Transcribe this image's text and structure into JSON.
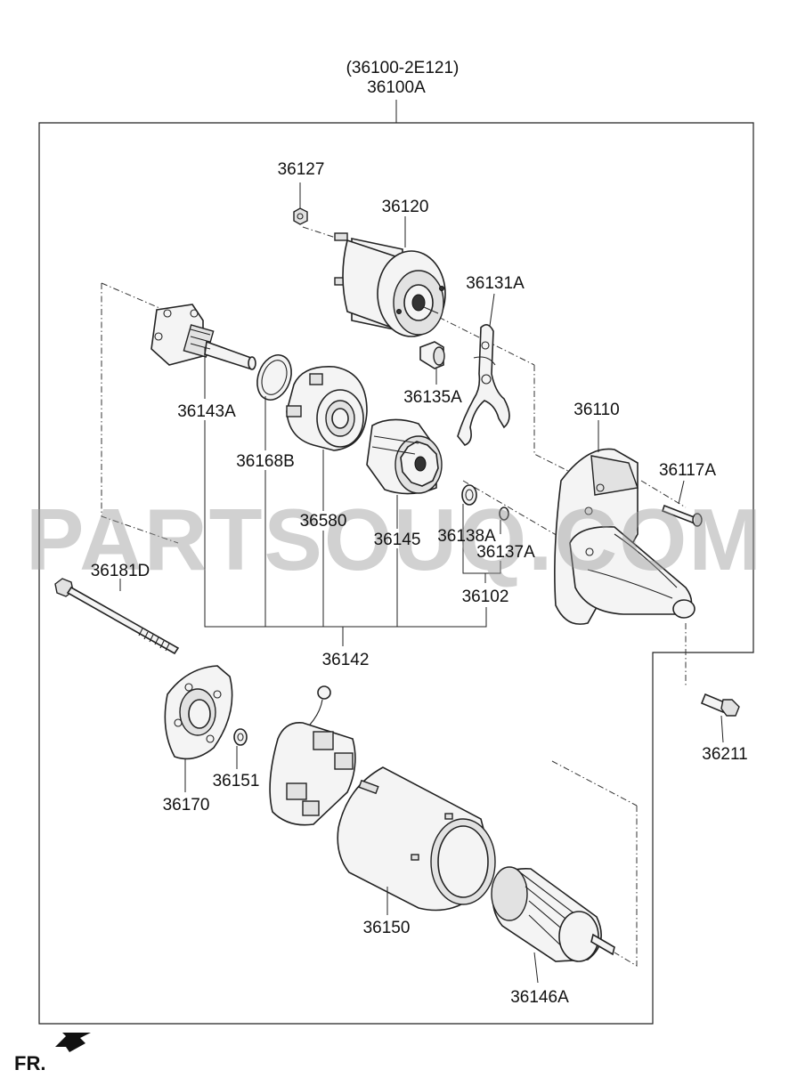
{
  "diagram": {
    "labels": {
      "assembly_alt": "(36100-2E121)",
      "assembly": "36100A",
      "p36127": "36127",
      "p36120": "36120",
      "p36131A": "36131A",
      "p36143A": "36143A",
      "p36135A": "36135A",
      "p36110": "36110",
      "p36168B": "36168B",
      "p36117A": "36117A",
      "p36580": "36580",
      "p36145": "36145",
      "p36138A": "36138A",
      "p36137A": "36137A",
      "p36181D": "36181D",
      "p36102": "36102",
      "p36142": "36142",
      "p36211": "36211",
      "p36151": "36151",
      "p36170": "36170",
      "p36150": "36150",
      "p36146A": "36146A"
    },
    "watermark": "PARTSOUQ.COM",
    "front_indicator": "FR."
  }
}
